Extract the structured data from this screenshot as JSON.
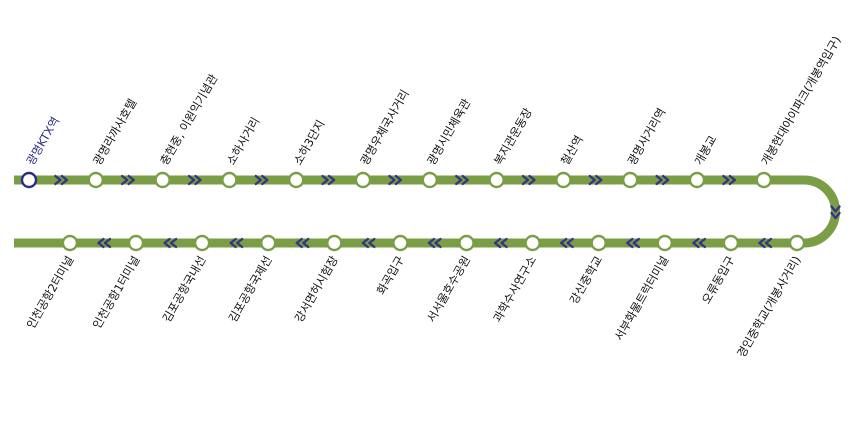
{
  "colors": {
    "line": "#7a9e46",
    "arrow": "#35357f",
    "stop_fill": "#ffffff",
    "stop_stroke": "#7a9e46",
    "first_stop_stroke": "#2a2a8c",
    "label": "#111111",
    "first_label": "#2a2a8c"
  },
  "route": {
    "outbound": [
      "광명KTX역",
      "광명라까사호텔",
      "충현중, 이원익기념관",
      "소하사거리",
      "소하3단지",
      "광명우체국사거리",
      "광명시민체육관",
      "복지관운동장",
      "철산역",
      "광명사거리역",
      "개봉교",
      "개봉현대아이파크(개봉역입구)"
    ],
    "inbound": [
      "경인중학교(개봉사거리)",
      "오류동입구",
      "서부화물트럭터미널",
      "강신중학교",
      "과학수사연구소",
      "서서울호수공원",
      "화곡입구",
      "강서면허시험장",
      "김포공항국제선",
      "김포공항국내선",
      "인천공항1터미널",
      "인천공항2터미널"
    ]
  }
}
